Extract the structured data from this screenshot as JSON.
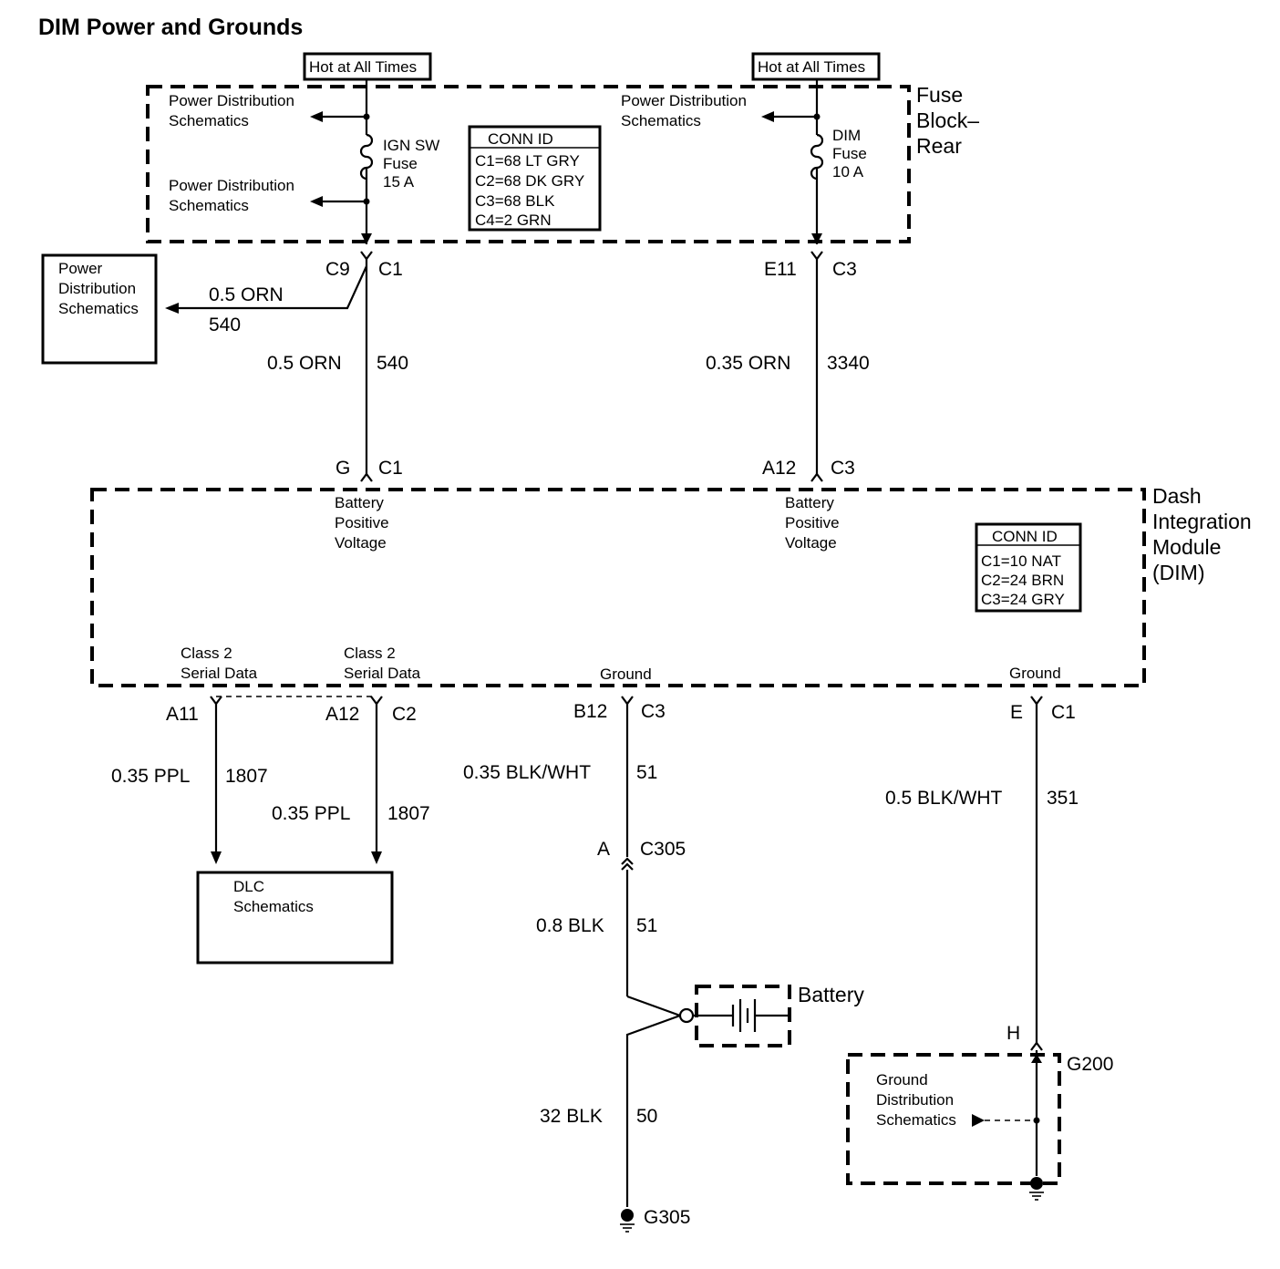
{
  "title": "DIM Power and Grounds",
  "hot_labels": {
    "left": "Hot at All Times",
    "right": "Hot at All Times"
  },
  "fuse_block": {
    "name_lines": [
      "Fuse",
      "Block–",
      "Rear"
    ],
    "pds_top_left": [
      "Power Distribution",
      "Schematics"
    ],
    "pds_mid_left": [
      "Power Distribution",
      "Schematics"
    ],
    "pds_top_right": [
      "Power Distribution",
      "Schematics"
    ],
    "fuse_left": [
      "IGN SW",
      "Fuse",
      "15 A"
    ],
    "fuse_right": [
      "DIM",
      "Fuse",
      "10 A"
    ],
    "conn_id": {
      "header": "CONN ID",
      "rows": [
        "C1=68 LT GRY",
        "C2=68 DK GRY",
        "C3=68 BLK",
        "C4=2 GRN"
      ]
    }
  },
  "pds_box": [
    "Power",
    "Distribution",
    "Schematics"
  ],
  "connectors": {
    "c9": "C9",
    "c9_conn": "C1",
    "e11": "E11",
    "e11_conn": "C3",
    "g": "G",
    "g_conn": "C1",
    "a12_top": "A12",
    "a12_top_conn": "C3",
    "a11": "A11",
    "a12_bot": "A12",
    "a12_bot_conn": "C2",
    "b12": "B12",
    "b12_conn": "C3",
    "e": "E",
    "e_conn": "C1",
    "a_c305": "A",
    "c305": "C305",
    "h": "H"
  },
  "wires": {
    "branch_size": "0.5 ORN",
    "branch_circuit": "540",
    "left_size": "0.5 ORN",
    "left_circuit": "540",
    "right_size": "0.35 ORN",
    "right_circuit": "3340",
    "ppl1_size": "0.35 PPL",
    "ppl1_circuit": "1807",
    "ppl2_size": "0.35 PPL",
    "ppl2_circuit": "1807",
    "gnd1_size": "0.35 BLK/WHT",
    "gnd1_circuit": "51",
    "gnd2_size": "0.5 BLK/WHT",
    "gnd2_circuit": "351",
    "gnd3_size": "0.8 BLK",
    "gnd3_circuit": "51",
    "gnd4_size": "32 BLK",
    "gnd4_circuit": "50"
  },
  "dim": {
    "name_lines": [
      "Dash",
      "Integration",
      "Module",
      "(DIM)"
    ],
    "bpv_left": [
      "Battery",
      "Positive",
      "Voltage"
    ],
    "bpv_right": [
      "Battery",
      "Positive",
      "Voltage"
    ],
    "class2_left": [
      "Class 2",
      "Serial Data"
    ],
    "class2_right": [
      "Class 2",
      "Serial Data"
    ],
    "ground_mid": "Ground",
    "ground_right": "Ground",
    "conn_id": {
      "header": "CONN ID",
      "rows": [
        "C1=10 NAT",
        "C2=24 BRN",
        "C3=24 GRY"
      ]
    }
  },
  "dlc_box": [
    "DLC",
    "Schematics"
  ],
  "battery": "Battery",
  "g200": {
    "label": "G200",
    "text": [
      "Ground",
      "Distribution",
      "Schematics"
    ]
  },
  "g305": "G305"
}
